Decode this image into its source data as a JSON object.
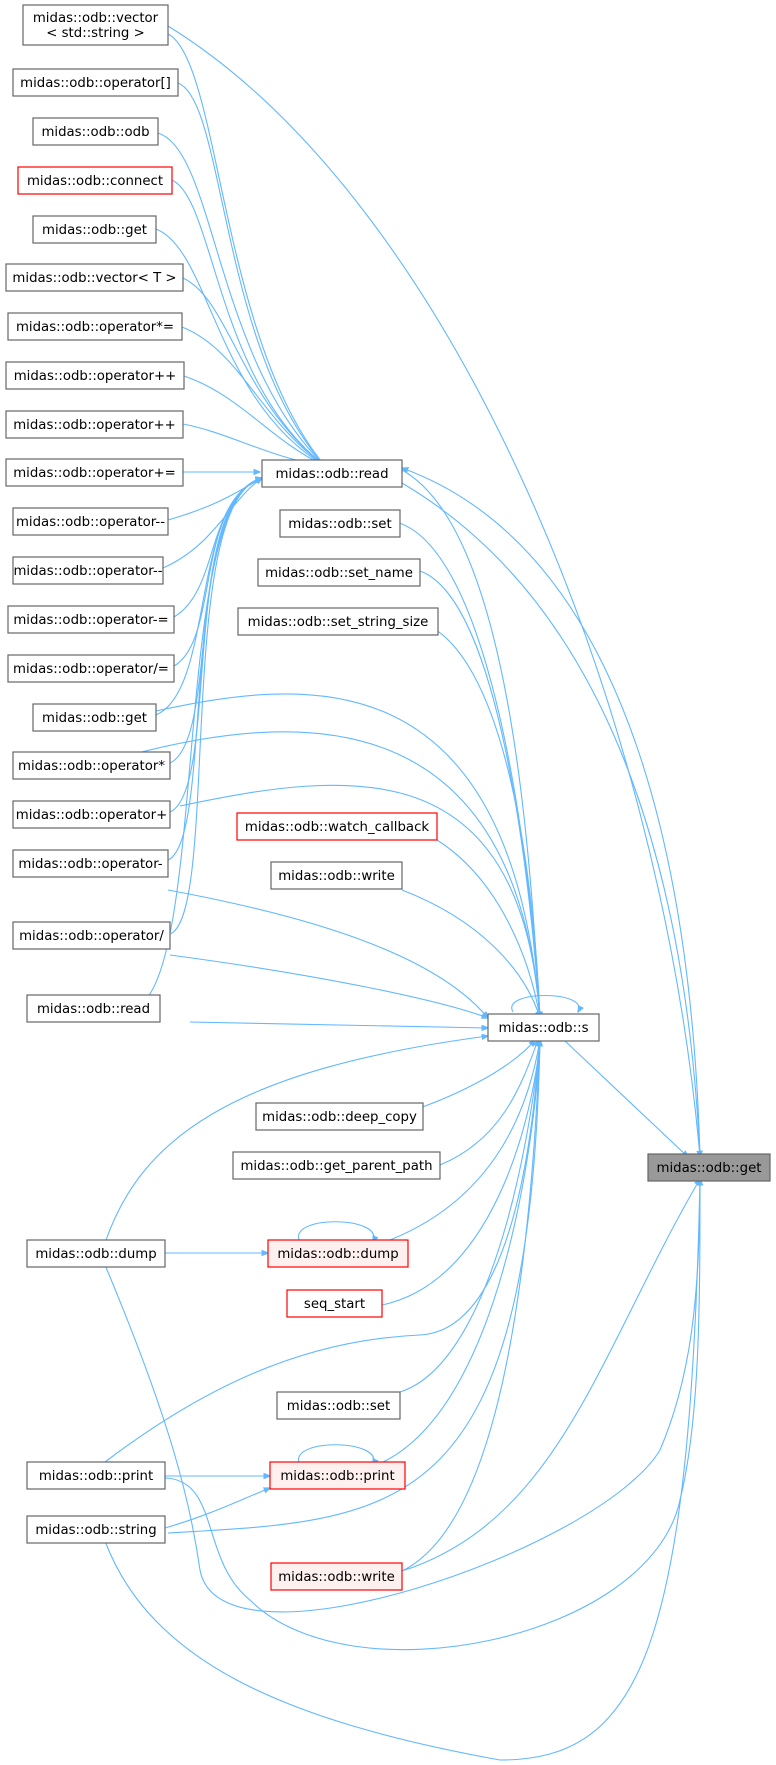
{
  "graph": {
    "title": "",
    "colors": {
      "edge": "#63b8ff",
      "node_border": "#666666",
      "node_border_incomplete": "#ff0000",
      "node_fill_highlight": "#fff0f0",
      "focus_fill": "#999999"
    },
    "nodes": [
      {
        "id": "n_vec_str",
        "label": "midas::odb::vector\n< std::string >",
        "style": "normal"
      },
      {
        "id": "n_op_idx",
        "label": "midas::odb::operator[]",
        "style": "normal"
      },
      {
        "id": "n_odb",
        "label": "midas::odb::odb",
        "style": "normal"
      },
      {
        "id": "n_connect",
        "label": "midas::odb::connect",
        "style": "red"
      },
      {
        "id": "n_get1",
        "label": "midas::odb::get",
        "style": "normal"
      },
      {
        "id": "n_vec_t",
        "label": "midas::odb::vector< T >",
        "style": "normal"
      },
      {
        "id": "n_op_mul_eq",
        "label": "midas::odb::operator*=",
        "style": "normal"
      },
      {
        "id": "n_op_pp1",
        "label": "midas::odb::operator++",
        "style": "normal"
      },
      {
        "id": "n_op_pp2",
        "label": "midas::odb::operator++",
        "style": "normal"
      },
      {
        "id": "n_op_add_eq",
        "label": "midas::odb::operator+=",
        "style": "normal"
      },
      {
        "id": "n_op_mm1",
        "label": "midas::odb::operator--",
        "style": "normal"
      },
      {
        "id": "n_op_mm2",
        "label": "midas::odb::operator--",
        "style": "normal"
      },
      {
        "id": "n_op_sub_eq",
        "label": "midas::odb::operator-=",
        "style": "normal"
      },
      {
        "id": "n_op_div_eq",
        "label": "midas::odb::operator/=",
        "style": "normal"
      },
      {
        "id": "n_get2",
        "label": "midas::odb::get",
        "style": "normal"
      },
      {
        "id": "n_op_mul",
        "label": "midas::odb::operator*",
        "style": "normal"
      },
      {
        "id": "n_op_add",
        "label": "midas::odb::operator+",
        "style": "normal"
      },
      {
        "id": "n_op_sub",
        "label": "midas::odb::operator-",
        "style": "normal"
      },
      {
        "id": "n_op_div",
        "label": "midas::odb::operator/",
        "style": "normal"
      },
      {
        "id": "n_read_left",
        "label": "midas::odb::read",
        "style": "normal"
      },
      {
        "id": "n_dump_left",
        "label": "midas::odb::dump",
        "style": "normal"
      },
      {
        "id": "n_print_left",
        "label": "midas::odb::print",
        "style": "normal"
      },
      {
        "id": "n_string",
        "label": "midas::odb::string",
        "style": "normal"
      },
      {
        "id": "n_read_mid",
        "label": "midas::odb::read",
        "style": "normal"
      },
      {
        "id": "n_set1",
        "label": "midas::odb::set",
        "style": "normal"
      },
      {
        "id": "n_set_name",
        "label": "midas::odb::set_name",
        "style": "normal"
      },
      {
        "id": "n_set_string_size",
        "label": "midas::odb::set_string_size",
        "style": "normal"
      },
      {
        "id": "n_watch_cb",
        "label": "midas::odb::watch_callback",
        "style": "red"
      },
      {
        "id": "n_write1",
        "label": "midas::odb::write",
        "style": "normal"
      },
      {
        "id": "n_deep_copy",
        "label": "midas::odb::deep_copy",
        "style": "normal"
      },
      {
        "id": "n_get_parent_path",
        "label": "midas::odb::get_parent_path",
        "style": "normal"
      },
      {
        "id": "n_dump_mid",
        "label": "midas::odb::dump",
        "style": "redfill"
      },
      {
        "id": "n_seq_start",
        "label": "seq_start",
        "style": "red"
      },
      {
        "id": "n_set2",
        "label": "midas::odb::set",
        "style": "normal"
      },
      {
        "id": "n_print_mid",
        "label": "midas::odb::print",
        "style": "redfill"
      },
      {
        "id": "n_write2",
        "label": "midas::odb::write",
        "style": "redfill"
      },
      {
        "id": "n_s",
        "label": "midas::odb::s",
        "style": "normal"
      },
      {
        "id": "n_get_focus",
        "label": "midas::odb::get",
        "style": "focus"
      }
    ]
  }
}
